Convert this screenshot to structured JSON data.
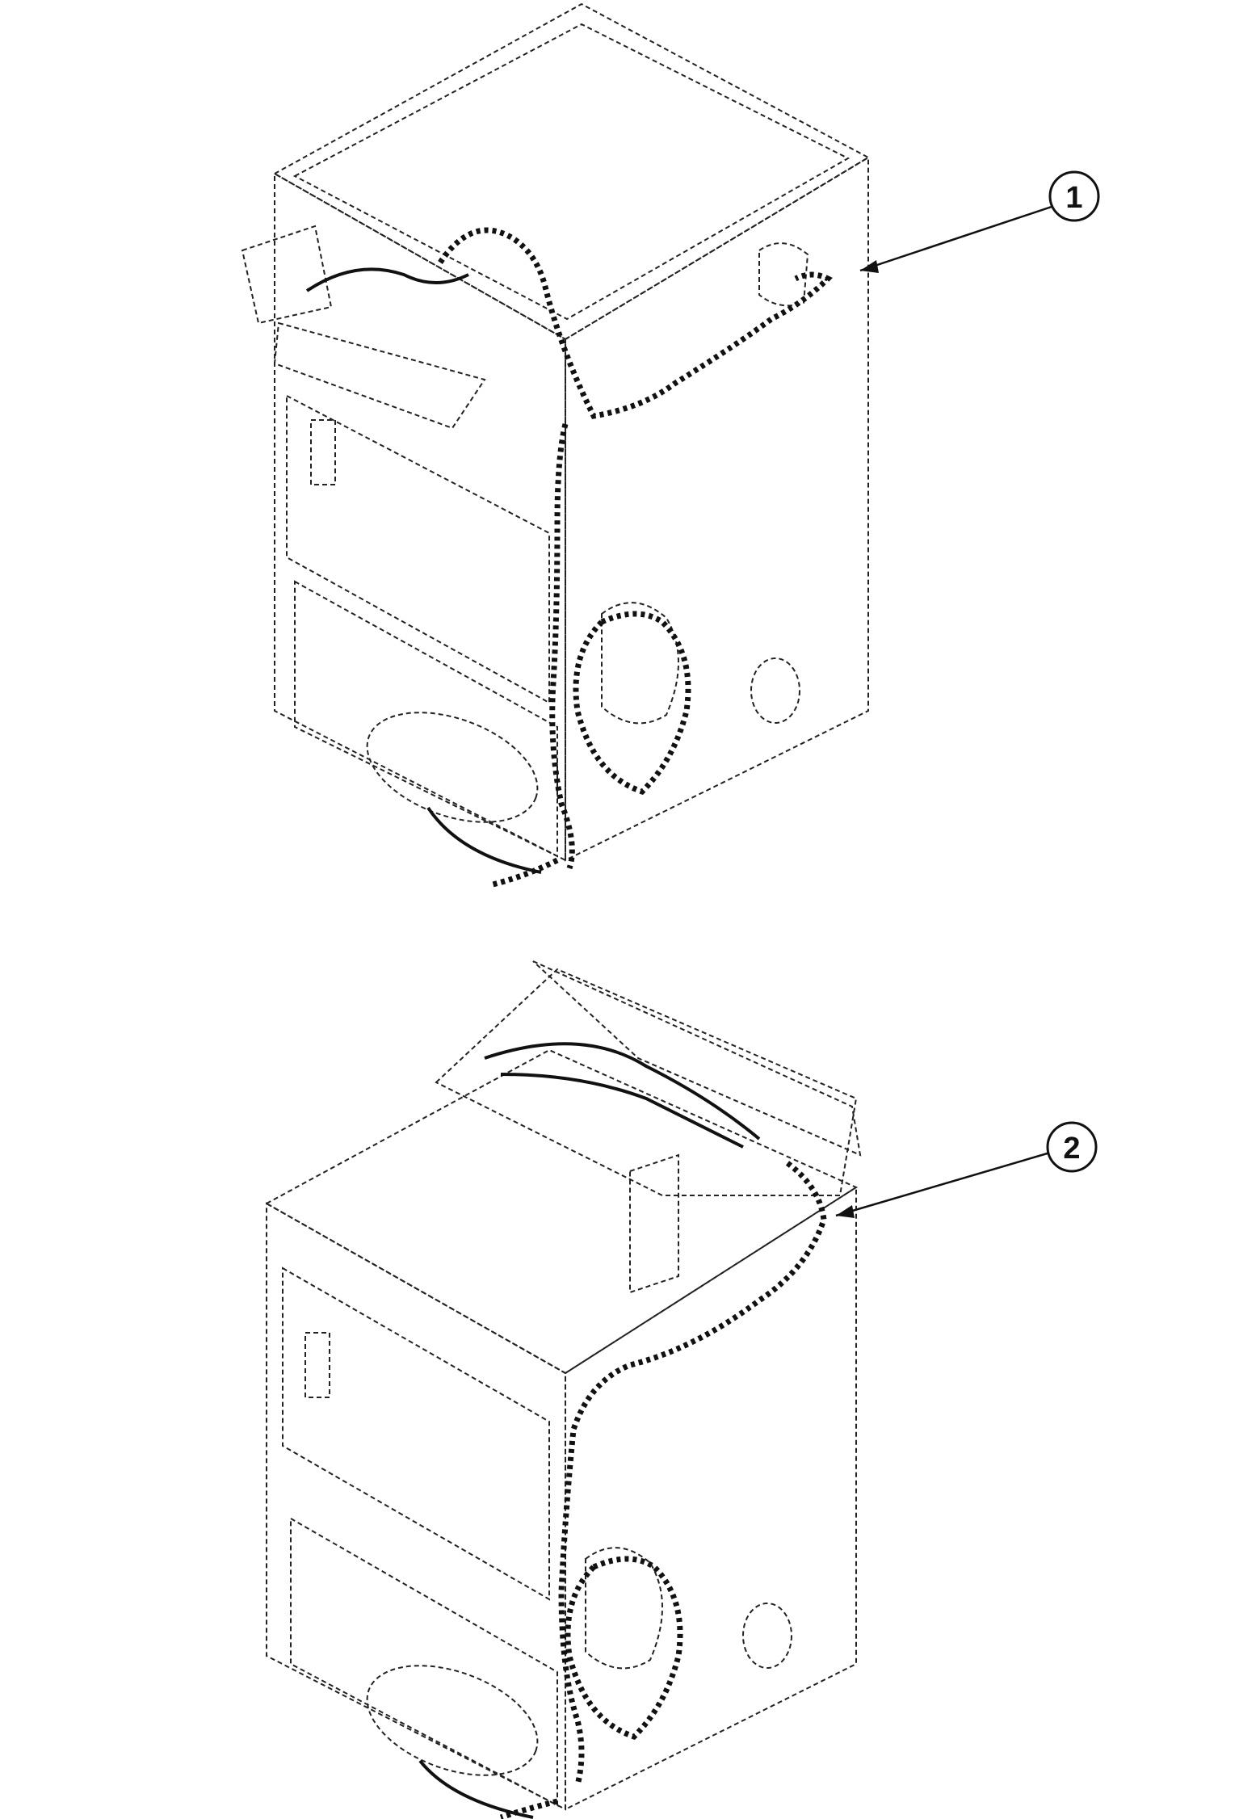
{
  "diagram": {
    "type": "exploded-parts-wiring-diagram",
    "views": [
      {
        "id": "top",
        "description": "Rear isometric view of dryer cabinet with wiring harness routed from rear junction to motor area"
      },
      {
        "id": "bottom",
        "description": "Rear isometric view of dryer with control console raised, showing harness routed from console to motor area"
      }
    ],
    "callouts": [
      {
        "number": "1",
        "label": "1"
      },
      {
        "number": "2",
        "label": "2"
      }
    ]
  }
}
